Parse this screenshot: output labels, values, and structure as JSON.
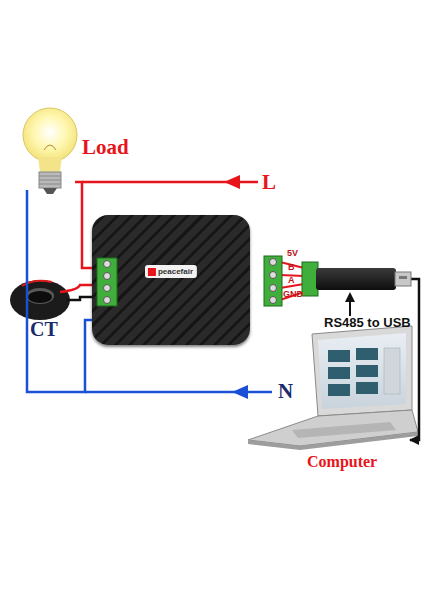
{
  "diagram": {
    "nodes": [
      {
        "text": [
          "Load"
        ]
      },
      {
        "text": [
          "CT"
        ]
      },
      {
        "text": [
          "peacefair"
        ]
      },
      {
        "text": [
          "RS485 to USB"
        ]
      },
      {
        "text": [
          "Computer"
        ]
      }
    ],
    "edges": [
      {
        "from": 0,
        "to": 2,
        "arrow": "none"
      },
      {
        "from": 0,
        "to": 2,
        "arrow": "none"
      },
      {
        "from": 1,
        "to": 2,
        "arrow": "none"
      },
      {
        "from": 3,
        "to": 4,
        "arrow": "to"
      }
    ],
    "labels": [
      "L",
      "N",
      "5V",
      "B",
      "A",
      "GND"
    ]
  }
}
